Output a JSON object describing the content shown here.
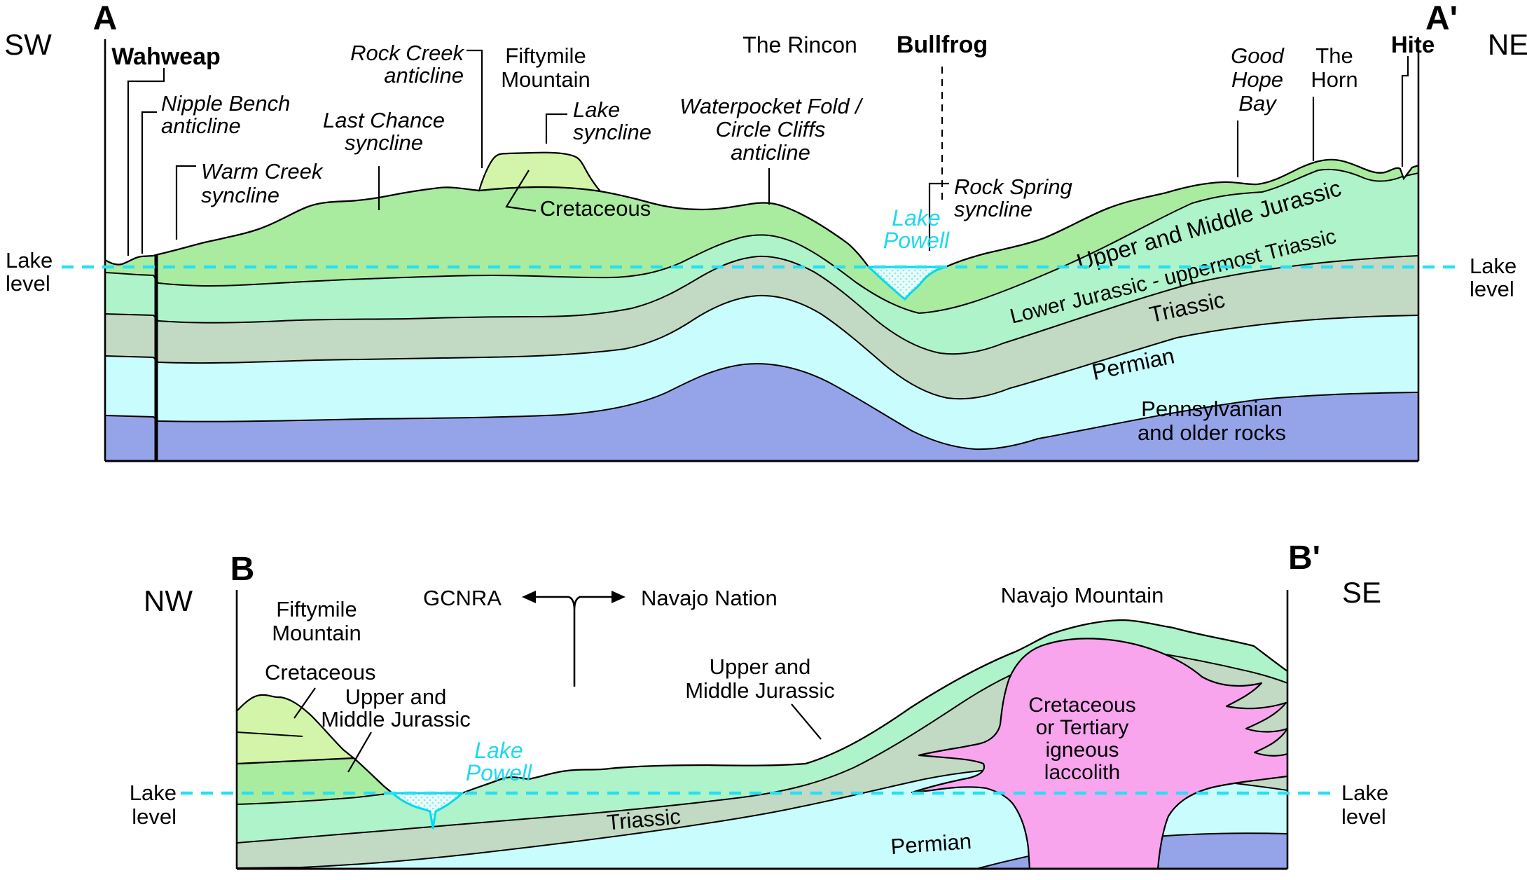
{
  "figure": {
    "type": "geologic cross sections",
    "subject": "Lake Powell region stratigraphy and structure"
  },
  "colors": {
    "background": "#ffffff",
    "outline": "#000000",
    "cretaceous": "#d3f5aa",
    "jurassic_upper_middle": "#a9ec9f",
    "jurassic_lower_triassic": "#aef3c9",
    "triassic": "#c2d9c4",
    "permian": "#c9fdfd",
    "pennsylvanian": "#95a4e8",
    "laccolith_pink": "#f8a5ee",
    "lake_outline": "#00d9f0",
    "lake_level_dash": "#27e0f4",
    "water_fill": "#eafcff"
  },
  "sectionA": {
    "id_left": "A",
    "id_right": "A'",
    "compass_left": "SW",
    "compass_right": "NE",
    "lake_level": [
      "Lake",
      "level"
    ],
    "places": {
      "wahweap": "Wahweap",
      "bullfrog": "Bullfrog",
      "hite": "Hite",
      "rincon": "The Rincon",
      "fiftymile": [
        "Fiftymile",
        "Mountain"
      ],
      "good_hope": [
        "Good",
        "Hope",
        "Bay"
      ],
      "horn": [
        "The",
        "Horn"
      ]
    },
    "folds": {
      "nipple": [
        "Nipple Bench",
        "anticline"
      ],
      "warm": [
        "Warm Creek",
        "syncline"
      ],
      "last_chance": [
        "Last Chance",
        "syncline"
      ],
      "rock_creek": [
        "Rock Creek",
        "anticline"
      ],
      "lake_syncline": [
        "Lake",
        "syncline"
      ],
      "waterpocket": [
        "Waterpocket Fold /",
        "Circle Cliffs",
        "anticline"
      ],
      "rock_spring": [
        "Rock Spring",
        "syncline"
      ]
    },
    "cretaceous": "Cretaceous",
    "lake_powell": [
      "Lake",
      "Powell"
    ],
    "strata": {
      "umj": "Upper and Middle Jurassic",
      "ljt": "Lower Jurassic - uppermost Triassic",
      "triassic": "Triassic",
      "permian": "Permian",
      "penn": [
        "Pennsylvanian",
        "and older rocks"
      ]
    }
  },
  "sectionB": {
    "id_left": "B",
    "id_right": "B'",
    "compass_left": "NW",
    "compass_right": "SE",
    "lake_level": [
      "Lake",
      "level"
    ],
    "fiftymile": [
      "Fiftymile",
      "Mountain"
    ],
    "gcnra": "GCNRA",
    "navajo_nation": "Navajo Nation",
    "navajo_mountain": "Navajo Mountain",
    "cretaceous": "Cretaceous",
    "umj_left": [
      "Upper and",
      "Middle Jurassic"
    ],
    "umj_right": [
      "Upper and",
      "Middle Jurassic"
    ],
    "lake_powell": [
      "Lake",
      "Powell"
    ],
    "triassic": "Triassic",
    "permian": "Permian",
    "laccolith": [
      "Cretaceous",
      "or Tertiary",
      "igneous",
      "laccolith"
    ]
  }
}
